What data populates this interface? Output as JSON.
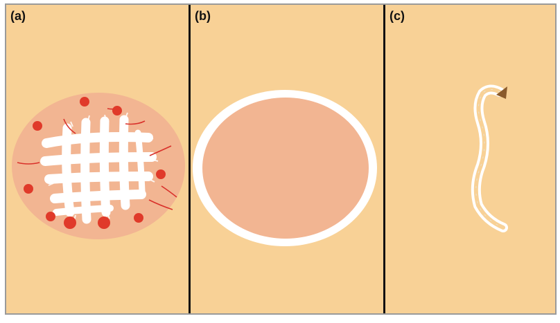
{
  "panels": [
    {
      "id": "a",
      "label": "(a)"
    },
    {
      "id": "b",
      "label": "(b)"
    },
    {
      "id": "c",
      "label": "(c)"
    }
  ],
  "colors": {
    "background": "#f8d196",
    "wound_bed": "#f2b592",
    "dressing": "#ffffff",
    "blood_spot": "#e03a2a",
    "divider": "#111111",
    "probe_tip": "#8a5a2b"
  }
}
